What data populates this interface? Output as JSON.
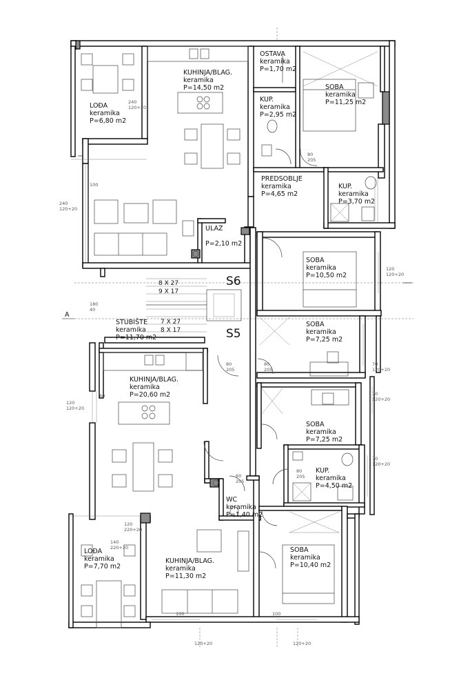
{
  "rooms": [
    {
      "id": "loda-top",
      "name": "LOĐA",
      "finish": "keramika",
      "area": "P=6,80 m2"
    },
    {
      "id": "kuhinja-top",
      "name": "KUHINJA/BLAG.",
      "finish": "keramika",
      "area": "P=14,50 m2"
    },
    {
      "id": "ostava",
      "name": "OSTAVA",
      "finish": "keramika",
      "area": "P=1,70 m2"
    },
    {
      "id": "soba-top",
      "name": "SOBA",
      "finish": "keramika",
      "area": "P=11,25 m2"
    },
    {
      "id": "kup-top",
      "name": "KUP.",
      "finish": "keramika",
      "area": "P=2,95 m2"
    },
    {
      "id": "predsoblje",
      "name": "PREDSOBLJE",
      "finish": "keramika",
      "area": "P=4,65 m2"
    },
    {
      "id": "kup-right",
      "name": "KUP.",
      "finish": "keramika",
      "area": "P=3,70 m2"
    },
    {
      "id": "ulaz",
      "name": "ULAZ",
      "finish": "",
      "area": "P=2,10 m2"
    },
    {
      "id": "soba-mid1",
      "name": "SOBA",
      "finish": "keramika",
      "area": "P=10,50 m2"
    },
    {
      "id": "stubiste",
      "name": "STUBIŠTE",
      "finish": "keramika",
      "area": "P=11,70 m2"
    },
    {
      "id": "soba-mid2",
      "name": "SOBA",
      "finish": "keramika",
      "area": "P=7,25 m2"
    },
    {
      "id": "kuhinja-mid",
      "name": "KUHINJA/BLAG.",
      "finish": "keramika",
      "area": "P=20,60 m2"
    },
    {
      "id": "soba-mid3",
      "name": "SOBA",
      "finish": "keramika",
      "area": "P=7,25 m2"
    },
    {
      "id": "kup-bottom",
      "name": "KUP.",
      "finish": "keramika",
      "area": "P=4,50 m2"
    },
    {
      "id": "wc",
      "name": "WC",
      "finish": "keramika",
      "area": "P=1,40 m2"
    },
    {
      "id": "loda-bottom",
      "name": "LOĐA",
      "finish": "keramika",
      "area": "P=7,70 m2"
    },
    {
      "id": "kuhinja-bottom",
      "name": "KUHINJA/BLAG.",
      "finish": "keramika",
      "area": "P=11,30 m2"
    },
    {
      "id": "soba-bottom",
      "name": "SOBA",
      "finish": "keramika",
      "area": "P=10,40 m2"
    }
  ],
  "stairs": {
    "upper_1": "8 X 27",
    "upper_2": "9 X 17",
    "lower_1": "7 X 27",
    "lower_2": "8 X 17"
  },
  "section_labels": {
    "s6": "S6",
    "s5": "S5",
    "a": "A"
  },
  "dimensions": [
    "240",
    "120+20",
    "240",
    "120+20",
    "180",
    "40",
    "120",
    "120+20",
    "60",
    "140",
    "220+20",
    "100",
    "120",
    "120+20",
    "70",
    "120+20",
    "70",
    "120+20",
    "70",
    "120+20",
    "80",
    "205",
    "80",
    "205",
    "80",
    "205",
    "60",
    "205",
    "80",
    "205",
    "100",
    "120+20",
    "100",
    "120+20",
    "120",
    "220+20"
  ]
}
